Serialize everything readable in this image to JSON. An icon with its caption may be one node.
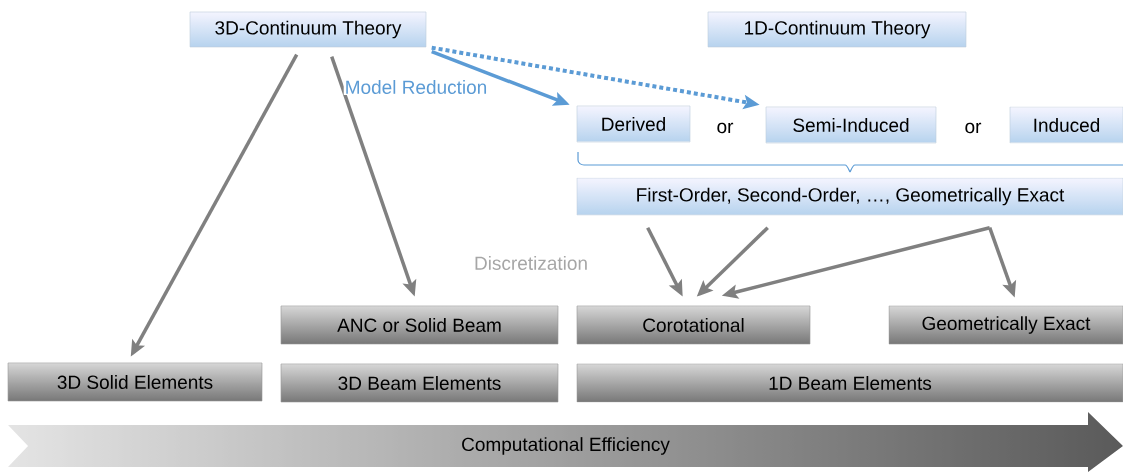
{
  "diagram": {
    "nodes": [
      {
        "text": [
          "3D-Continuum Theory"
        ]
      },
      {
        "text": [
          "1D-Continuum Theory"
        ]
      },
      {
        "text": [
          "Derived"
        ]
      },
      {
        "text": [
          "Semi-Induced"
        ]
      },
      {
        "text": [
          "Induced"
        ]
      },
      {
        "text": [
          "First-Order, Second-Order, …, Geometrically Exact"
        ]
      },
      {
        "text": [
          "ANC or Solid Beam"
        ]
      },
      {
        "text": [
          "Corotational"
        ]
      },
      {
        "text": [
          "Geometrically Exact"
        ]
      },
      {
        "text": [
          "3D Solid Elements"
        ]
      },
      {
        "text": [
          "3D Beam Elements"
        ]
      },
      {
        "text": [
          "1D Beam Elements"
        ]
      },
      {
        "text": [
          "Computational Efficiency"
        ]
      }
    ],
    "edges": [
      {
        "from": 0,
        "to": 2,
        "arrow": "to",
        "label": "Model Reduction",
        "color": "#5b9bd5"
      },
      {
        "from": 0,
        "to": 3,
        "arrow": "to",
        "style": "dashed",
        "color": "#5b9bd5"
      },
      {
        "from": 0,
        "to": 9,
        "arrow": "to"
      },
      {
        "from": 0,
        "to": 6,
        "arrow": "to"
      },
      {
        "from": 5,
        "to": 7,
        "arrow": "to"
      },
      {
        "from": 5,
        "to": 7,
        "arrow": "to"
      },
      {
        "from": 5,
        "to": 7,
        "arrow": "to"
      },
      {
        "from": 5,
        "to": 8,
        "arrow": "to"
      }
    ],
    "labels": [
      "or",
      "or",
      "Discretization"
    ]
  }
}
